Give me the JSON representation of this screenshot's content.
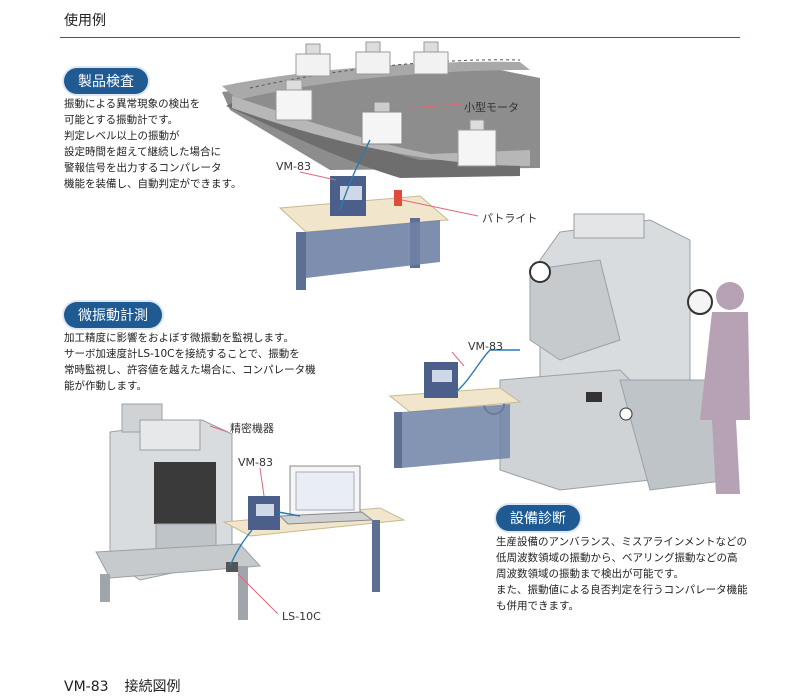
{
  "page": {
    "title": "使用例"
  },
  "sections": {
    "product_inspection": {
      "label": "製品検査",
      "lines": [
        "振動による異常現象の検出を",
        "可能とする振動計です。",
        "判定レベル以上の振動が",
        "設定時間を超えて継続した場合に",
        "警報信号を出力するコンパレータ",
        "機能を装備し、自動判定ができます。"
      ]
    },
    "micro_vibration": {
      "label": "微振動計測",
      "lines": [
        "加工精度に影響をおよぼす微振動を監視します。",
        "サーボ加速度計LS-10Cを接続することで、振動を",
        "常時監視し、許容値を越えた場合に、コンパレータ機",
        "能が作動します。"
      ]
    },
    "equipment_diagnosis": {
      "label": "設備診断",
      "lines": [
        "生産設備のアンバランス、ミスアラインメントなどの",
        "低周波数領域の振動から、ベアリング振動などの高",
        "周波数領域の振動まで検出が可能です。",
        "また、振動値による良否判定を行うコンパレータ機能",
        "も併用できます。"
      ]
    }
  },
  "callouts": {
    "small_motor": "小型モータ",
    "vm83_top": "VM-83",
    "patlite": "パトライト",
    "vm83_mid": "VM-83",
    "precision": "精密機器",
    "vm83_bottom": "VM-83",
    "ls10c": "LS-10C"
  },
  "footer": {
    "model": "VM-83",
    "caption": "接続図例"
  },
  "colors": {
    "accent": "#1f5a93",
    "rule": "#1a6b78",
    "table_top": "#f1e6cc",
    "table_leg": "#5d6f93",
    "machine": "#d9dcdf",
    "person": "#b6a2b4"
  }
}
